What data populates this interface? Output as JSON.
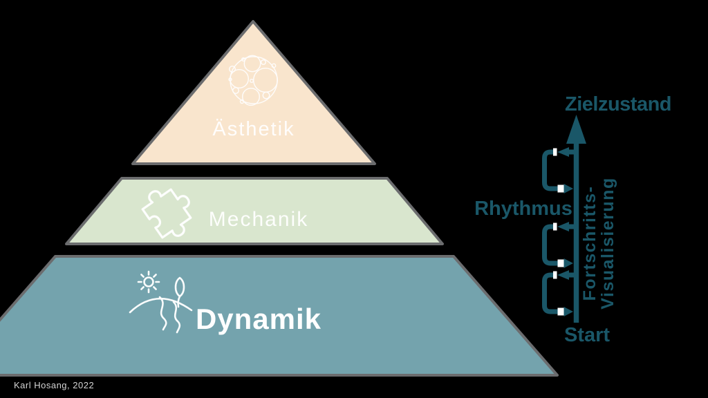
{
  "credit": "Karl Hosang, 2022",
  "colors": {
    "background": "#000000",
    "layer_border": "#6b6c6e",
    "label_text": "#ffffff",
    "process_accent": "#1a5768",
    "credit_text": "#d5d5d5"
  },
  "pyramid": {
    "layers": [
      {
        "label": "Ästhetik",
        "fill": "#f9e5cd",
        "icon": "circle-packing-icon"
      },
      {
        "label": "Mechanik",
        "fill": "#d9e6ce",
        "icon": "puzzle-icon"
      },
      {
        "label": "Dynamik",
        "fill": "#74a3ad",
        "icon": "landscape-icon"
      }
    ]
  },
  "process": {
    "top_label": "Zielzustand",
    "bottom_label": "Start",
    "loop_label": "Rhythmus",
    "axis_label_line1": "Fortschritts-",
    "axis_label_line2": "Visualisierung",
    "loop_count": 3,
    "direction": "up"
  }
}
